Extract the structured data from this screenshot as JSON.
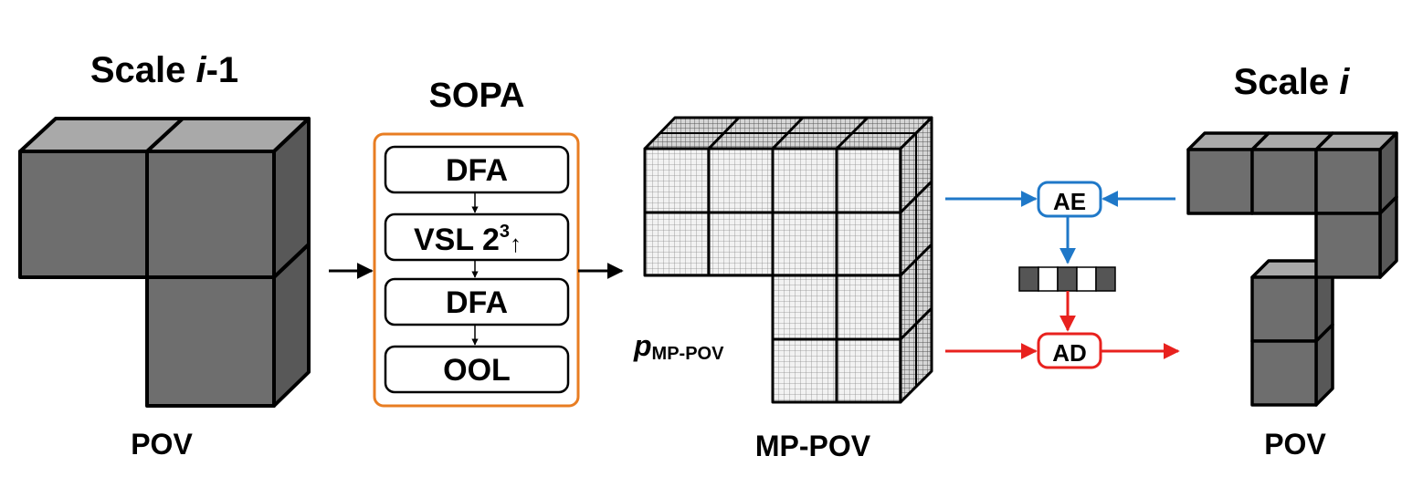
{
  "left": {
    "title_prefix": "Scale ",
    "title_var": "i",
    "title_suffix": "-1",
    "caption": "POV"
  },
  "sopa": {
    "title": "SOPA",
    "border_color": "#e87d22",
    "blocks": [
      {
        "label": "DFA"
      },
      {
        "label": "VSL 2",
        "sup": "3",
        "arrow": "↑"
      },
      {
        "label": "DFA"
      },
      {
        "label": "OOL"
      }
    ]
  },
  "middle": {
    "prob_var": "p",
    "prob_sub": "MP-POV",
    "caption": "MP-POV"
  },
  "coder": {
    "encoder": "AE",
    "decoder": "AD",
    "encoder_color": "#1f78c8",
    "decoder_color": "#e8211e"
  },
  "right": {
    "title_prefix": "Scale ",
    "title_var": "i",
    "caption": "POV"
  },
  "colors": {
    "cube_front": "#6e6e6e",
    "cube_top": "#a9a9a9",
    "cube_side": "#585858"
  }
}
